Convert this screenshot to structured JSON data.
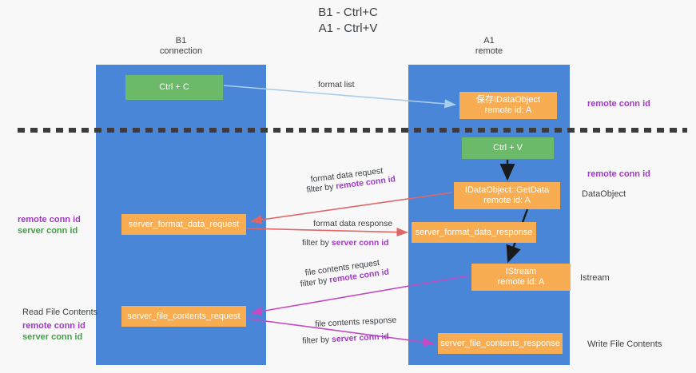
{
  "title": {
    "line1": "B1 - Ctrl+C",
    "line2": "A1 - Ctrl+V"
  },
  "columns": [
    {
      "id": "b1",
      "name": "B1",
      "role": "connection"
    },
    {
      "id": "a1",
      "name": "A1",
      "role": "remote"
    }
  ],
  "nodes": {
    "ctrl_c": {
      "label": "Ctrl + C",
      "color": "#6aba6a"
    },
    "save_dataobject": {
      "line1": "保存IDataObject",
      "line2": "remote id: A",
      "color": "#f9ad52"
    },
    "ctrl_v": {
      "label": "Ctrl + V",
      "color": "#6aba6a"
    },
    "getdata": {
      "line1": "IDataObject::GetData",
      "line2": "remote id: A",
      "color": "#f9ad52"
    },
    "server_format_data_request": {
      "label": "server_format_data_request",
      "color": "#f9ad52"
    },
    "server_format_data_response": {
      "label": "server_format_data_response",
      "color": "#f9ad52"
    },
    "istream": {
      "line1": "IStream",
      "line2": "remote id: A",
      "color": "#f9ad52"
    },
    "server_file_contents_request": {
      "label": "server_file_contents_request",
      "color": "#f9ad52"
    },
    "server_file_contents_response": {
      "label": "server_file_contents_response",
      "color": "#f9ad52"
    }
  },
  "right_labels": {
    "remote_conn_id_top": "remote conn id",
    "remote_conn_id_mid": "remote conn id",
    "dataobject": "DataObject",
    "istream": "Istream",
    "write_file_contents": "Write File Contents"
  },
  "left_labels": {
    "remote_conn_id_1": "remote conn id",
    "server_conn_id_1": "server conn id",
    "read_file_contents": "Read File Contents",
    "remote_conn_id_2": "remote conn id",
    "server_conn_id_2": "server conn id"
  },
  "edge_labels": {
    "format_list": "format list",
    "format_data_request": "format data request",
    "format_data_request_filter_pre": "filter by ",
    "format_data_request_filter_key": "remote conn id",
    "format_data_response": "format data response",
    "format_data_response_filter_pre": "filter by ",
    "format_data_response_filter_key": "server conn id",
    "file_contents_request": "file contents request",
    "file_contents_request_filter_pre": "filter by ",
    "file_contents_request_filter_key": "remote conn id",
    "file_contents_response": "file contents response",
    "file_contents_response_filter_pre": "filter by ",
    "file_contents_response_filter_key": "server conn id"
  },
  "colors": {
    "column_blue": "#4a86d8",
    "node_green": "#6aba6a",
    "node_orange": "#f9ad52",
    "accent_purple": "#a139c6",
    "accent_green": "#43a047",
    "arrow_lightblue": "#aacdeb",
    "arrow_red": "#e06666",
    "arrow_magenta": "#c34ac0",
    "arrow_black": "#1a1a1a",
    "divider": "#3c3c3c",
    "background": "#f8f8f8"
  }
}
